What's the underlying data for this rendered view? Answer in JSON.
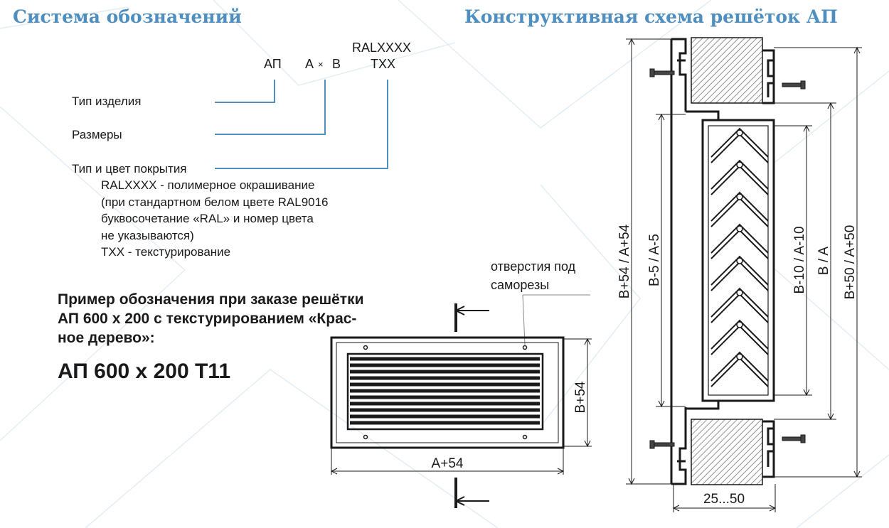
{
  "left_title": "Система обозначений",
  "right_title": "Конструктивная схема решёток АП",
  "code": {
    "ap": "АП",
    "a": "А",
    "times": "×",
    "b": "В",
    "ral": "RALXXXX",
    "txx": "TXX"
  },
  "labels": {
    "type": "Тип изделия",
    "size": "Размеры",
    "coating": "Тип и цвет покрытия"
  },
  "coating_notes": [
    "RALXXXX - полимерное окрашивание",
    "(при стандартном белом цвете RAL9016",
    "буквосочетание «RAL» и номер цвета",
    "не указываются)",
    "ТХХ - текстурирование"
  ],
  "example_lines": [
    "Пример обозначения при заказе решётки",
    "АП 600 х 200 с текстурированием «Крас-",
    "ное дерево»:"
  ],
  "example_code": "АП  600 х 200  Т11",
  "holes_note": [
    "отверстия под",
    "саморезы"
  ],
  "dims_front": {
    "height": "B+54",
    "width": "A+54"
  },
  "dims_section": {
    "outer": "B+54 / A+54",
    "inner1": "B-5 / A-5",
    "inner2": "B-10 / A-10",
    "nominal": "B / A",
    "outer2": "B+50 / A+50",
    "depth": "25...50"
  },
  "colors": {
    "heading": "#4f8fc0",
    "leader": "#4f8fc0",
    "ink": "#1a1a1a"
  }
}
